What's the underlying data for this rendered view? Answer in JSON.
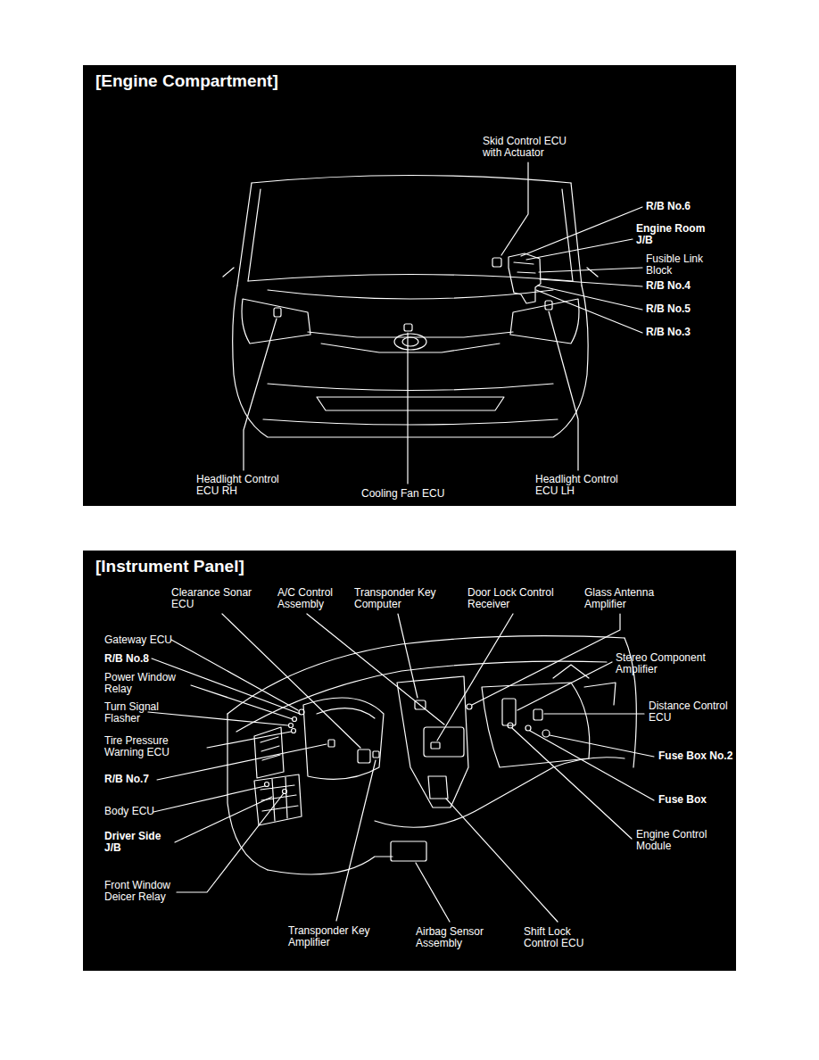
{
  "diagram": {
    "nodes": [
      {
        "text": [
          "[Engine Compartment]"
        ]
      },
      {
        "text": [
          "[Instrument Panel]"
        ]
      }
    ],
    "labels": [
      "Skid Control ECU with Actuator",
      "R/B No.6",
      "Engine Room J/B",
      "Fusible Link Block",
      "R/B No.4",
      "R/B No.5",
      "R/B No.3",
      "Headlight Control ECU RH",
      "Cooling Fan ECU",
      "Headlight Control ECU LH",
      "Clearance Sonar ECU",
      "A/C Control Assembly",
      "Transponder Key Computer",
      "Door Lock Control Receiver",
      "Glass Antenna Amplifier",
      "Gateway ECU",
      "R/B No.8",
      "Power Window Relay",
      "Turn Signal Flasher",
      "Tire Pressure Warning ECU",
      "R/B No.7",
      "Body ECU",
      "Driver Side J/B",
      "Front Window Deicer Relay",
      "Transponder Key Amplifier",
      "Airbag Sensor Assembly",
      "Shift Lock Control ECU",
      "Stereo Component Amplifier",
      "Distance Control ECU",
      "Fuse Box No.2",
      "Fuse Box",
      "Engine Control Module"
    ]
  }
}
